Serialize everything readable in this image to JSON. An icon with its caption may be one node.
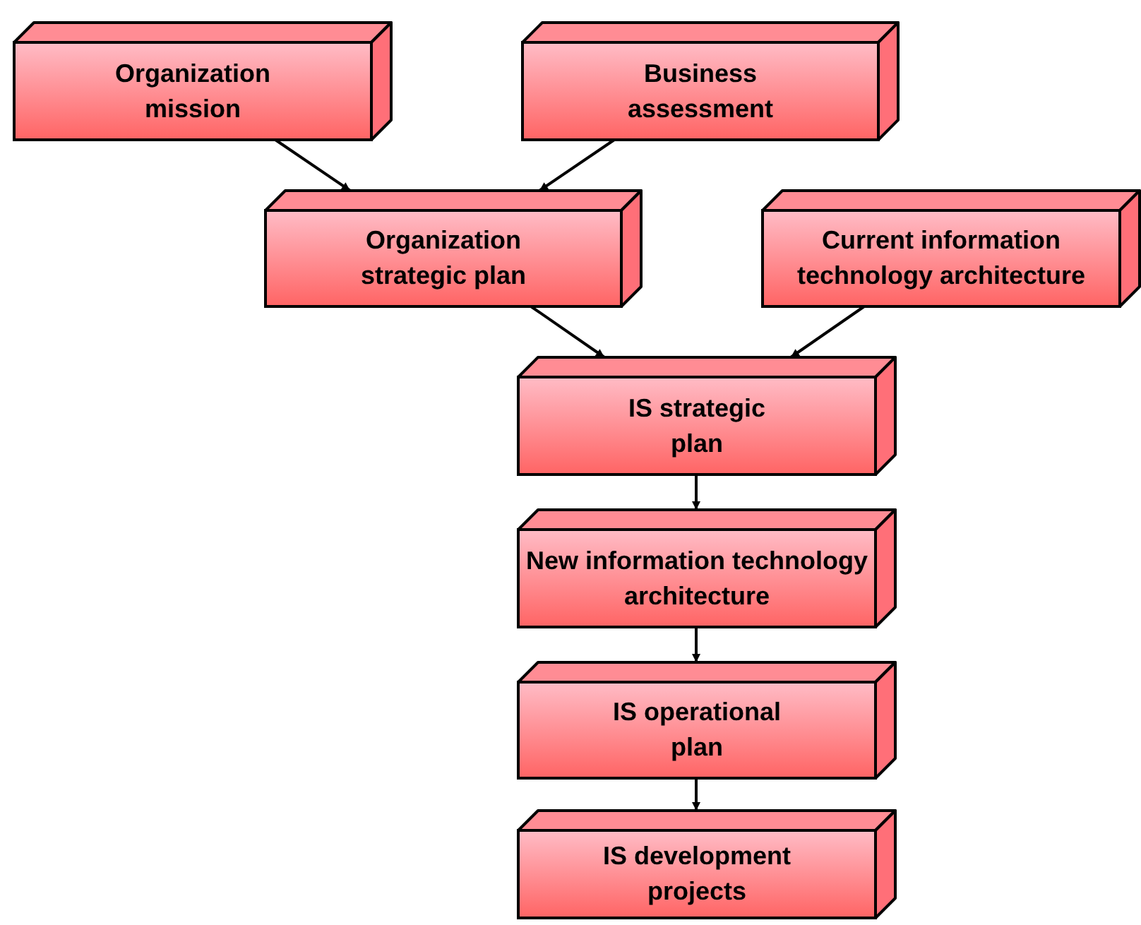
{
  "diagram": {
    "nodes": [
      {
        "text": [
          "Organization mission"
        ]
      },
      {
        "text": [
          "Business assessment"
        ]
      },
      {
        "text": [
          "Organization strategic plan"
        ]
      },
      {
        "text": [
          "Current information technology architecture"
        ]
      },
      {
        "text": [
          "IS strategic plan"
        ]
      },
      {
        "text": [
          "New information technology architecture"
        ]
      },
      {
        "text": [
          "IS operational plan"
        ]
      },
      {
        "text": [
          "IS development projects"
        ]
      }
    ],
    "edges": [
      {
        "from": 0,
        "to": 2,
        "arrow": "to"
      },
      {
        "from": 1,
        "to": 2,
        "arrow": "to"
      },
      {
        "from": 2,
        "to": 4,
        "arrow": "to"
      },
      {
        "from": 3,
        "to": 4,
        "arrow": "to"
      },
      {
        "from": 4,
        "to": 5,
        "arrow": "to"
      },
      {
        "from": 5,
        "to": 6,
        "arrow": "to"
      },
      {
        "from": 6,
        "to": 7,
        "arrow": "to"
      }
    ]
  }
}
